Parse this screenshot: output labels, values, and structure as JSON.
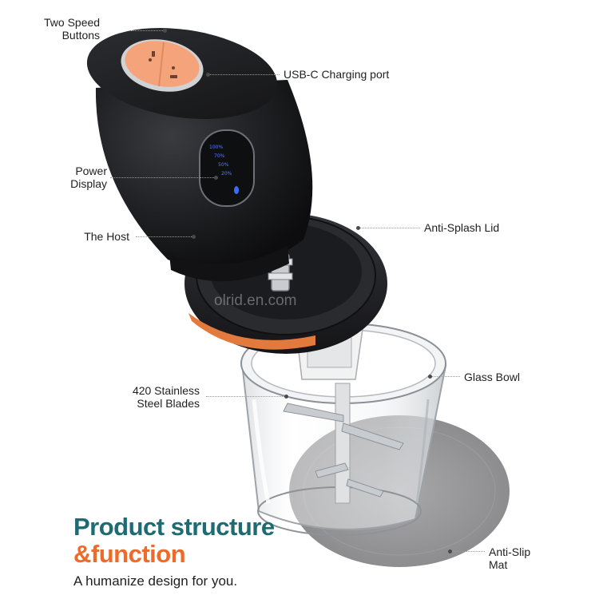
{
  "callouts": {
    "two_speed": [
      "Two Speed",
      "Buttons"
    ],
    "usb": "USB-C Charging port",
    "power_display": [
      "Power",
      "Display"
    ],
    "host": "The Host",
    "lid": "Anti-Splash Lid",
    "blades": [
      "420 Stainless",
      "Steel Blades"
    ],
    "bowl": "Glass Bowl",
    "mat": [
      "Anti-Slip",
      "Mat"
    ]
  },
  "battery_levels": [
    "100%",
    "70%",
    "50%",
    "20%"
  ],
  "watermark": "olrid.en.com",
  "headline": {
    "line1": "Product structure",
    "line2": "&function",
    "tagline": "A humanize design for you."
  },
  "colors": {
    "teal": "#1f6b73",
    "orange": "#ec6b2b",
    "body_black": "#1c1c1e",
    "button_peach": "#f4a37a",
    "led_blue": "#3d6bff"
  }
}
